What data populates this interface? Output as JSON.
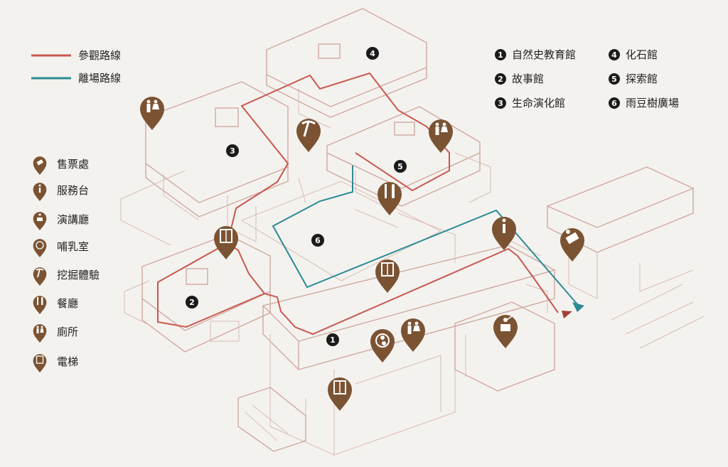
{
  "routes": {
    "visit": {
      "label": "參觀路線",
      "color": "#c8584f"
    },
    "exit": {
      "label": "離場路線",
      "color": "#2b8a95"
    }
  },
  "halls": [
    {
      "num": "1",
      "name": "自然史教育館"
    },
    {
      "num": "2",
      "name": "故事館"
    },
    {
      "num": "3",
      "name": "生命演化館"
    },
    {
      "num": "4",
      "name": "化石館"
    },
    {
      "num": "5",
      "name": "探索館"
    },
    {
      "num": "6",
      "name": "雨豆樹廣場"
    }
  ],
  "facilities": [
    {
      "label": "售票處",
      "icon": "ticket-icon"
    },
    {
      "label": "服務台",
      "icon": "info-icon"
    },
    {
      "label": "演講廳",
      "icon": "lecture-hall-icon"
    },
    {
      "label": "哺乳室",
      "icon": "nursing-room-icon"
    },
    {
      "label": "挖掘體驗",
      "icon": "pickaxe-icon"
    },
    {
      "label": "餐廳",
      "icon": "restaurant-icon"
    },
    {
      "label": "廁所",
      "icon": "restroom-icon"
    },
    {
      "label": "電梯",
      "icon": "elevator-icon"
    }
  ],
  "colors": {
    "pin": "#7b5333",
    "building_line": "#cfa9a0",
    "background": "#f4f2ef"
  }
}
